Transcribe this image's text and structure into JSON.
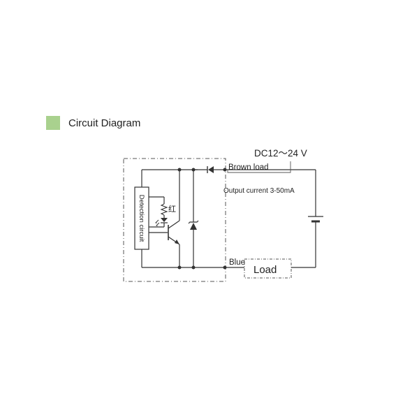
{
  "header": {
    "title": "Circuit Diagram",
    "swatch_color": "#a9d18e"
  },
  "diagram": {
    "supply_label": "DC12〜24 V",
    "brown_label": "Brown load",
    "current_label": "Output current 3-50mA",
    "blue_label": "Blue",
    "load_label": "Load",
    "detection_label": "Detection circuit",
    "led_label": "红"
  }
}
